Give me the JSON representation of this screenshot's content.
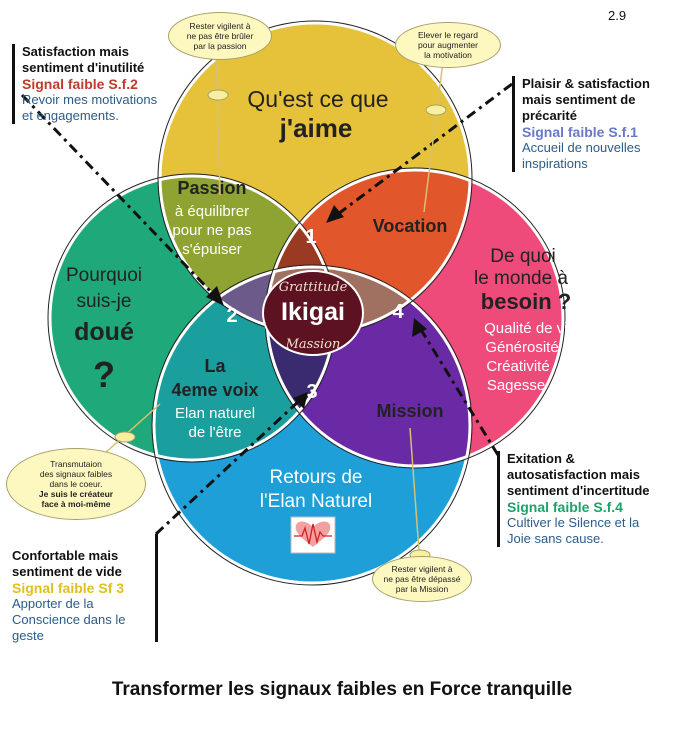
{
  "page_number": "2.9",
  "footer_title": "Transformer les signaux faibles en Force tranquille",
  "circles": {
    "top": {
      "line1": "Qu'est ce que",
      "line2": "j'aime"
    },
    "left": {
      "line1": "Pourquoi",
      "line2": "suis-je",
      "line3": "doué",
      "line4": "?"
    },
    "right": {
      "line1": "De quoi",
      "line2": "le monde à",
      "line3": "besoin ?",
      "items": [
        "Qualité de vie",
        "Générosité",
        "Créativité",
        "Sagesse"
      ]
    },
    "bottom": {
      "line1": "Retours de",
      "line2": "l'Elan Naturel"
    }
  },
  "regions": {
    "passion": {
      "title": "Passion",
      "lines": [
        "à équilibrer",
        "pour ne pas",
        "s'épuiser"
      ]
    },
    "vocation": {
      "title": "Vocation"
    },
    "mission": {
      "title": "Mission"
    },
    "voix": {
      "title1": "La",
      "title2": "4eme voix",
      "lines": [
        "Elan naturel",
        "de l'être"
      ]
    }
  },
  "center": {
    "top": "Grattitude",
    "main": "Ikigai",
    "bottom": "Massion"
  },
  "numbers": [
    "1",
    "2",
    "3",
    "4"
  ],
  "notes": {
    "sf2": {
      "head": [
        "Satisfaction mais",
        "sentiment d'inutilité"
      ],
      "signal": "Signal faible S.f.2",
      "desc": [
        "Revoir mes motivations",
        "et engagements."
      ]
    },
    "sf1": {
      "head": [
        "Plaisir & satisfaction",
        "mais sentiment de",
        "précarité"
      ],
      "signal": "Signal faible S.f.1",
      "desc": [
        "Accueil de nouvelles",
        "inspirations"
      ]
    },
    "sf4": {
      "head": [
        "Exitation &",
        "autosatisfaction mais",
        "sentiment d'incertitude"
      ],
      "signal": "Signal faible S.f.4",
      "desc": [
        "Cultiver le Silence et la",
        "Joie sans cause."
      ]
    },
    "sf3": {
      "head": [
        "Confortable mais",
        "sentiment de vide"
      ],
      "signal": "Signal faible Sf 3",
      "desc": [
        "Apporter de la",
        "Conscience dans le",
        "geste"
      ]
    }
  },
  "bubbles": {
    "top_left": [
      "Rester vigilent à",
      "ne pas être brûler",
      "par la passion"
    ],
    "top_right": [
      "Elever le regard",
      "pour augmenter",
      "la motivation"
    ],
    "left": [
      "Transmutaion",
      "des signaux faibles",
      "dans le coeur.",
      "Je suis le créateur",
      "face à moi-même"
    ],
    "bottom": [
      "Rester vigilent à",
      "ne pas être dépassé",
      "par la Mission"
    ]
  },
  "colors": {
    "top": "#e6c23a",
    "left": "#1fa87a",
    "right": "#ef4b7a",
    "bottom": "#1e9fd8",
    "passion": "#8fa333",
    "vocation": "#e2562b",
    "mission": "#6a2aa6",
    "voix": "#1a9e9e",
    "r1": "#9a3a22",
    "r2": "#6b5a8a",
    "r3": "#3a2a70",
    "r4": "#a07060",
    "center": "#5c1220",
    "sf2": "#c0392b",
    "sf1": "#6a78c9",
    "sf4": "#1aa36a",
    "sf3": "#e0c020"
  }
}
